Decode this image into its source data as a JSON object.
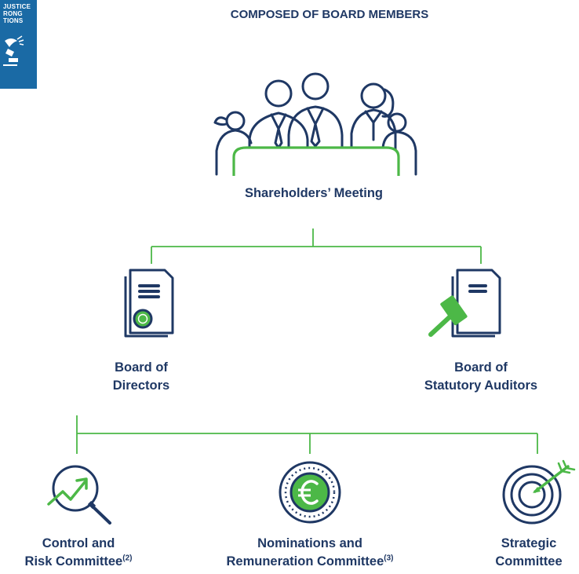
{
  "logo": {
    "text": "JUSTICE\nRONG\nTIONS",
    "icon": "peace-dove-gavel-icon"
  },
  "header": {
    "title": "COMPOSED OF BOARD MEMBERS"
  },
  "nodes": {
    "shareholders": {
      "label": "Shareholders’ Meeting",
      "icon": "people-at-table-icon"
    },
    "board_directors": {
      "line1": "Board of",
      "line2": "Directors",
      "icon": "document-seal-icon"
    },
    "board_auditors": {
      "line1": "Board of",
      "line2": "Statutory Auditors",
      "icon": "document-gavel-icon"
    },
    "control_risk": {
      "line1": "Control and",
      "line2": "Risk Committee",
      "note": "(2)",
      "icon": "magnifier-chart-icon"
    },
    "nominations": {
      "line1": "Nominations and",
      "line2": "Remuneration Committee",
      "note": "(3)",
      "icon": "euro-coin-icon"
    },
    "strategic": {
      "line1": "Strategic",
      "line2": "Committee",
      "icon": "target-arrow-icon"
    }
  },
  "colors": {
    "navy": "#1f3864",
    "green": "#4cb847",
    "sdg_blue": "#1a6aa5"
  }
}
